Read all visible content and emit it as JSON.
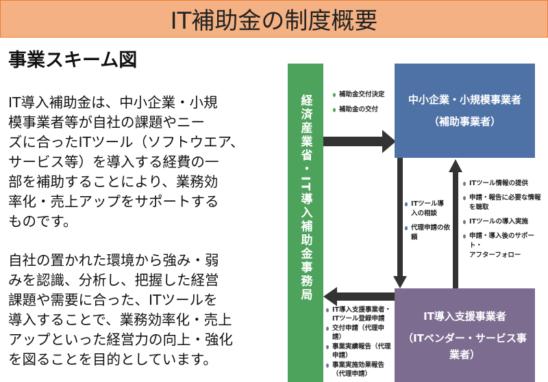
{
  "title": "IT補助金の制度概要",
  "heading": "事業スキーム図",
  "paragraphs": [
    "IT導入補助金は、中小企業・小規\n模事業者等が自社の課題やニー\nズに合ったITツール（ソフトウエア、\nサービス等）を導入する経費の一\n部を補助することにより、業務効\n率化・売上アップをサポートする\nものです。",
    "自社の置かれた環境から強み・弱\nみを認識、分析し、把握した経営\n課題や需要に合った、ITツールを\n導入することで、業務効率化・売上\nアップといった経営力の向上・強化\nを図ることを目的としています。"
  ],
  "diagram": {
    "secretariat": "経済産業省・IT導入補助金事務局",
    "sme": {
      "line1": "中小企業・小規模事業者",
      "line2": "（補助事業者）"
    },
    "vendor": {
      "line1": "IT導入支援事業者",
      "line2": "（ITベンダー・サービス事業者）"
    },
    "to_sme": [
      "補助金交付決定",
      "補助金の交付"
    ],
    "sme_to_vendor": [
      "ITツール導入の相談",
      "代理申請の依頼"
    ],
    "vendor_to_sme": [
      "ITツール情報の提供",
      "申請・報告に必要な情報を聴取",
      "ITツールの導入実施",
      "申請・導入後のサポート・\nアフターフォロー"
    ],
    "vendor_to_secretariat": [
      "IT導入支援事業者・\nITツール登録申請",
      "交付申請（代理申請）",
      "事業実績報告（代理申請）",
      "事業実施効果報告（代理申請）"
    ],
    "colors": {
      "title_bg": "#f4b183",
      "secretariat": "#4ea35c",
      "sme": "#4e72a5",
      "vendor": "#7c6c90",
      "arrow": "#333333"
    }
  }
}
